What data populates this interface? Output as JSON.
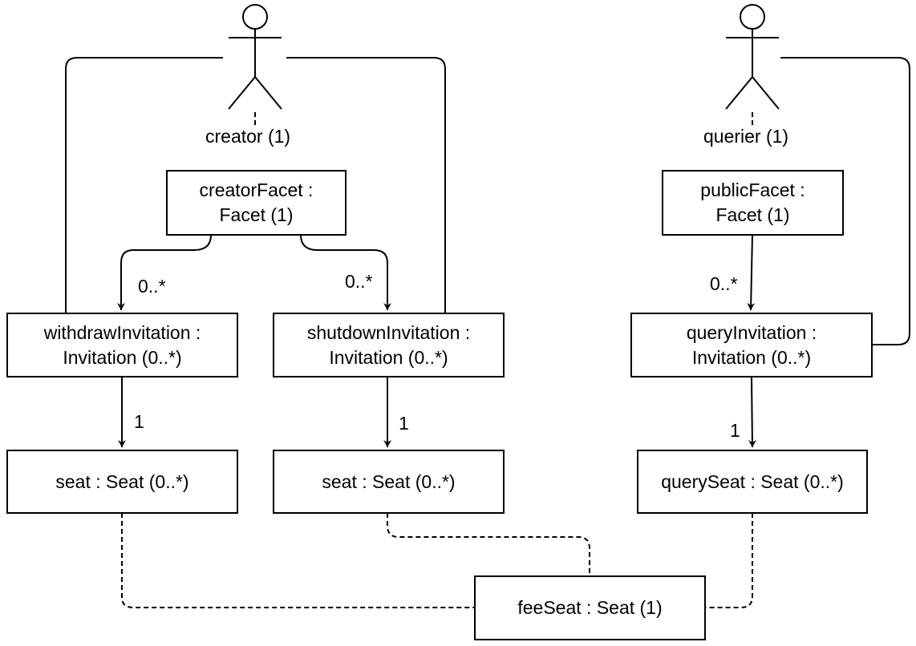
{
  "actors": {
    "creator": {
      "label": "creator (1)"
    },
    "querier": {
      "label": "querier (1)"
    }
  },
  "nodes": {
    "creatorFacet": {
      "line1": "creatorFacet :",
      "line2": "Facet (1)"
    },
    "publicFacet": {
      "line1": "publicFacet :",
      "line2": "Facet (1)"
    },
    "withdrawInvitation": {
      "line1": "withdrawInvitation :",
      "line2": "Invitation (0..*)"
    },
    "shutdownInvitation": {
      "line1": "shutdownInvitation :",
      "line2": "Invitation (0..*)"
    },
    "queryInvitation": {
      "line1": "queryInvitation :",
      "line2": "Invitation (0..*)"
    },
    "seatWithdraw": {
      "text": "seat : Seat (0..*)"
    },
    "seatShutdown": {
      "text": "seat : Seat (0..*)"
    },
    "querySeat": {
      "text": "querySeat : Seat (0..*)"
    },
    "feeSeat": {
      "text": "feeSeat : Seat (1)"
    }
  },
  "multiplicities": {
    "creatorFacetToWithdraw": "0..*",
    "creatorFacetToShutdown": "0..*",
    "publicFacetToQuery": "0..*",
    "withdrawToSeat": "1",
    "shutdownToSeat": "1",
    "queryToQuerySeat": "1"
  },
  "colors": {
    "stroke": "#000000",
    "background": "#ffffff"
  }
}
